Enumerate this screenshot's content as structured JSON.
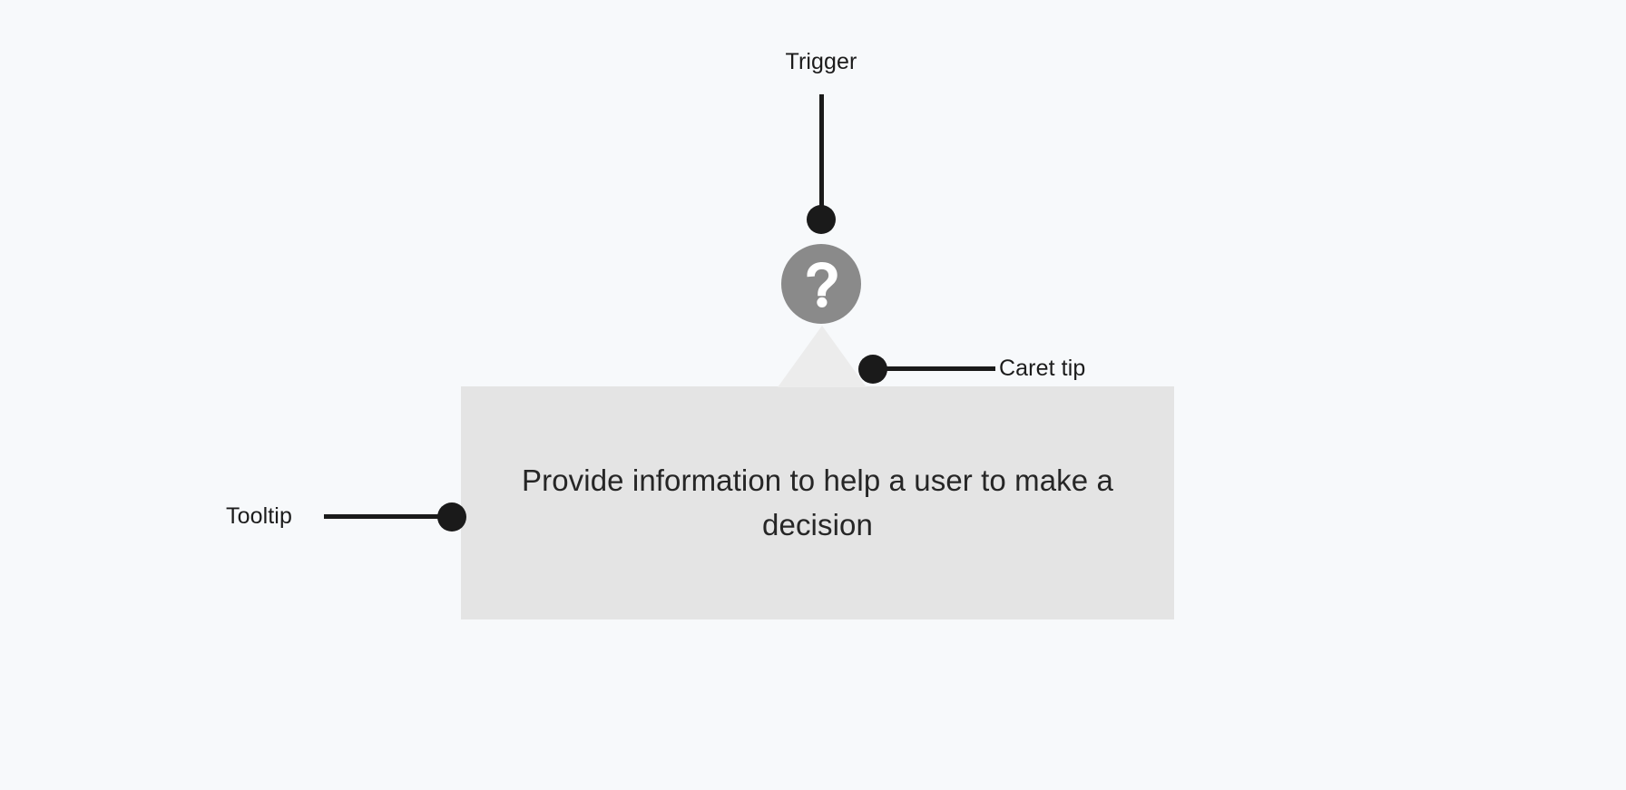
{
  "page": {
    "background_color": "#f7f9fb",
    "title": "Tooltip anatomy diagram"
  },
  "tooltip": {
    "body_text": "Provide information to help a user to make a decision",
    "body_color": "#e4e4e4",
    "text_color": "#262626",
    "caret_color": "#ececec"
  },
  "trigger": {
    "icon_name": "question-mark-circle-icon",
    "icon_glyph": "?",
    "icon_background": "#8a8a8a",
    "icon_foreground": "#ffffff"
  },
  "annotations": {
    "accent_color": "#1a1a1a",
    "items": [
      {
        "id": "trigger",
        "label": "Trigger"
      },
      {
        "id": "caret_tip",
        "label": "Caret tip"
      },
      {
        "id": "tooltip",
        "label": "Tooltip"
      }
    ]
  }
}
